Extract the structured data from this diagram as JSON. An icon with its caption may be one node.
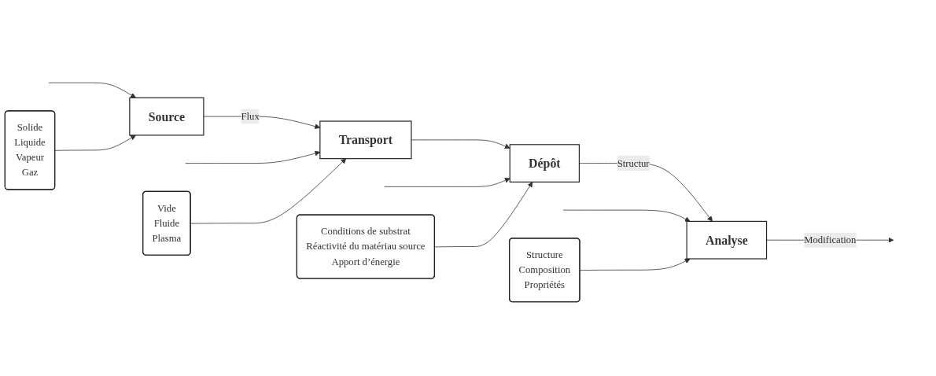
{
  "diagram": {
    "nodes": [
      {
        "text": [
          "Source"
        ]
      },
      {
        "text": [
          "Transport"
        ]
      },
      {
        "text": [
          "Dépôt"
        ]
      },
      {
        "text": [
          "Analyse"
        ]
      },
      {
        "text": [
          "Solide",
          "Liquide",
          "Vapeur",
          "Gaz"
        ]
      },
      {
        "text": [
          "Vide",
          "Fluide",
          "Plasma"
        ]
      },
      {
        "text": [
          "Conditions de substrat",
          "Réactivité du matériau source",
          "Apport d’énergie"
        ]
      },
      {
        "text": [
          "Structure",
          "Composition",
          "Propriétés"
        ]
      }
    ],
    "edges": [
      {
        "from": 0,
        "to": 1,
        "arrow": "to",
        "label": "Flux"
      },
      {
        "from": 1,
        "to": 2,
        "arrow": "to"
      },
      {
        "from": 2,
        "to": 3,
        "arrow": "to",
        "label": "Structur"
      },
      {
        "from": 3,
        "to": null,
        "arrow": "to",
        "label": "Modification"
      },
      {
        "from": null,
        "to": 0,
        "arrow": "to"
      },
      {
        "from": null,
        "to": 1,
        "arrow": "to"
      },
      {
        "from": null,
        "to": 2,
        "arrow": "to"
      },
      {
        "from": null,
        "to": 3,
        "arrow": "to"
      },
      {
        "from": 4,
        "to": 0,
        "arrow": "to"
      },
      {
        "from": 5,
        "to": 1,
        "arrow": "to"
      },
      {
        "from": 6,
        "to": 2,
        "arrow": "to"
      },
      {
        "from": 7,
        "to": 3,
        "arrow": "to"
      }
    ]
  }
}
